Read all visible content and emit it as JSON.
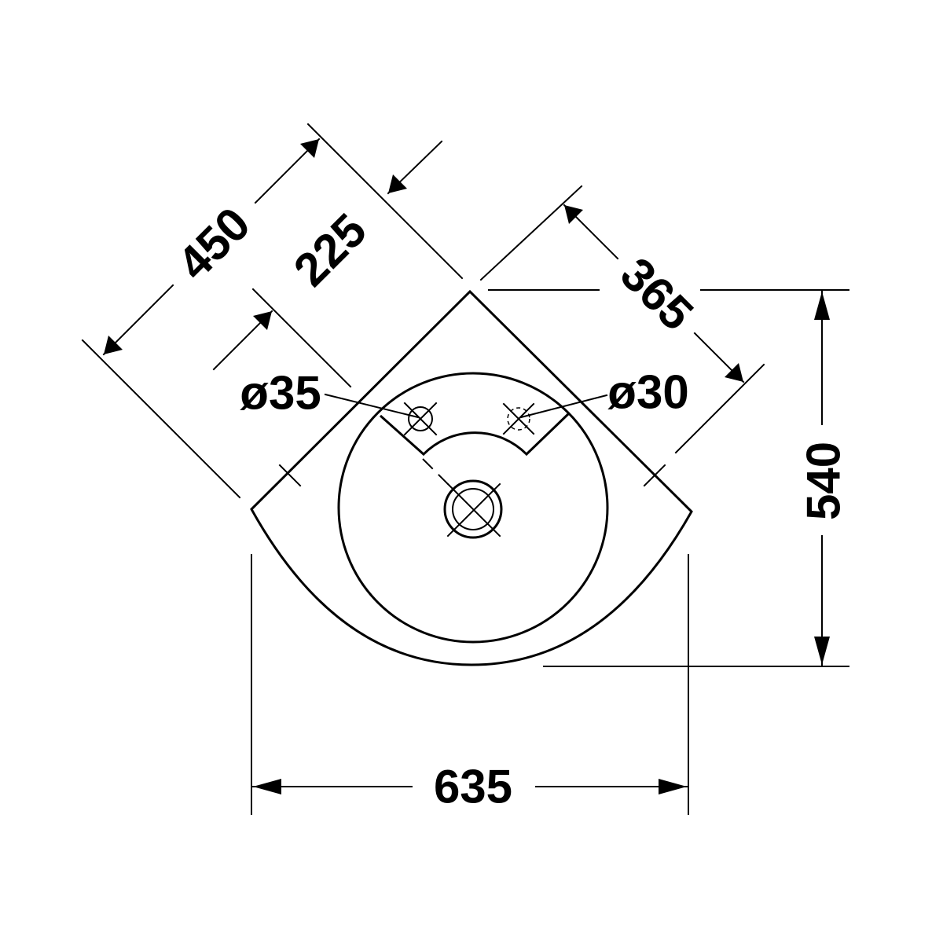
{
  "dimensions": {
    "width_bottom": "635",
    "height_right": "540",
    "side_length": "450",
    "half_side": "225",
    "right_edge": "365"
  },
  "holes": {
    "left": "ø35",
    "right": "ø30"
  }
}
